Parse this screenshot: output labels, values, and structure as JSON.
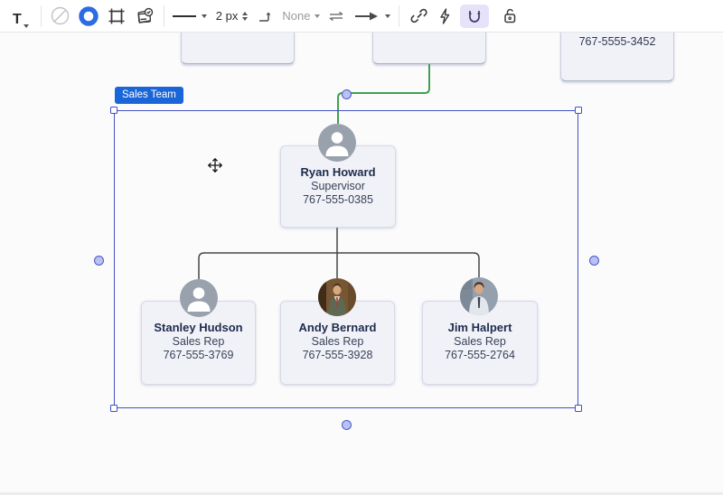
{
  "toolbar": {
    "text_tool": {
      "label": "T"
    },
    "fill": {
      "no_fill_icon": "circle-slash",
      "fill_color_icon": "blue-ring",
      "fill_swatch_color": "#2b6be4"
    },
    "stroke": {
      "line_style_icon": "solid-line",
      "width_value": "2 px"
    },
    "line_end": {
      "elbow_icon": "elbow-connector",
      "value": "None",
      "swap_icon": "swap-arrows",
      "arrowhead_icon": "arrow-right"
    },
    "utilities": {
      "link_icon": "link",
      "bolt_icon": "lightning",
      "magnet_icon": "magnet",
      "lock_icon": "unlock",
      "active_tool": "magnet",
      "active_bg": "#e6e2fa"
    },
    "misc_icons": [
      "frame",
      "shape-approve"
    ]
  },
  "canvas": {
    "group_label": "Sales Team",
    "partial_card_phone": "767-5555-3452",
    "org_chart": {
      "manager": {
        "name": "Ryan Howard",
        "title": "Supervisor",
        "phone": "767-555-0385"
      },
      "reports": [
        {
          "name": "Stanley Hudson",
          "title": "Sales Rep",
          "phone": "767-555-3769"
        },
        {
          "name": "Andy Bernard",
          "title": "Sales Rep",
          "phone": "767-555-3928"
        },
        {
          "name": "Jim Halpert",
          "title": "Sales Rep",
          "phone": "767-555-2764"
        }
      ]
    },
    "colors": {
      "selection": "#3f4fc8",
      "group_badge": "#1a66d8",
      "connector_green": "#3fa14f",
      "connector_dark": "#474747",
      "card_bg": "#f1f2f7",
      "avatar_gray": "#99a1ac"
    }
  }
}
